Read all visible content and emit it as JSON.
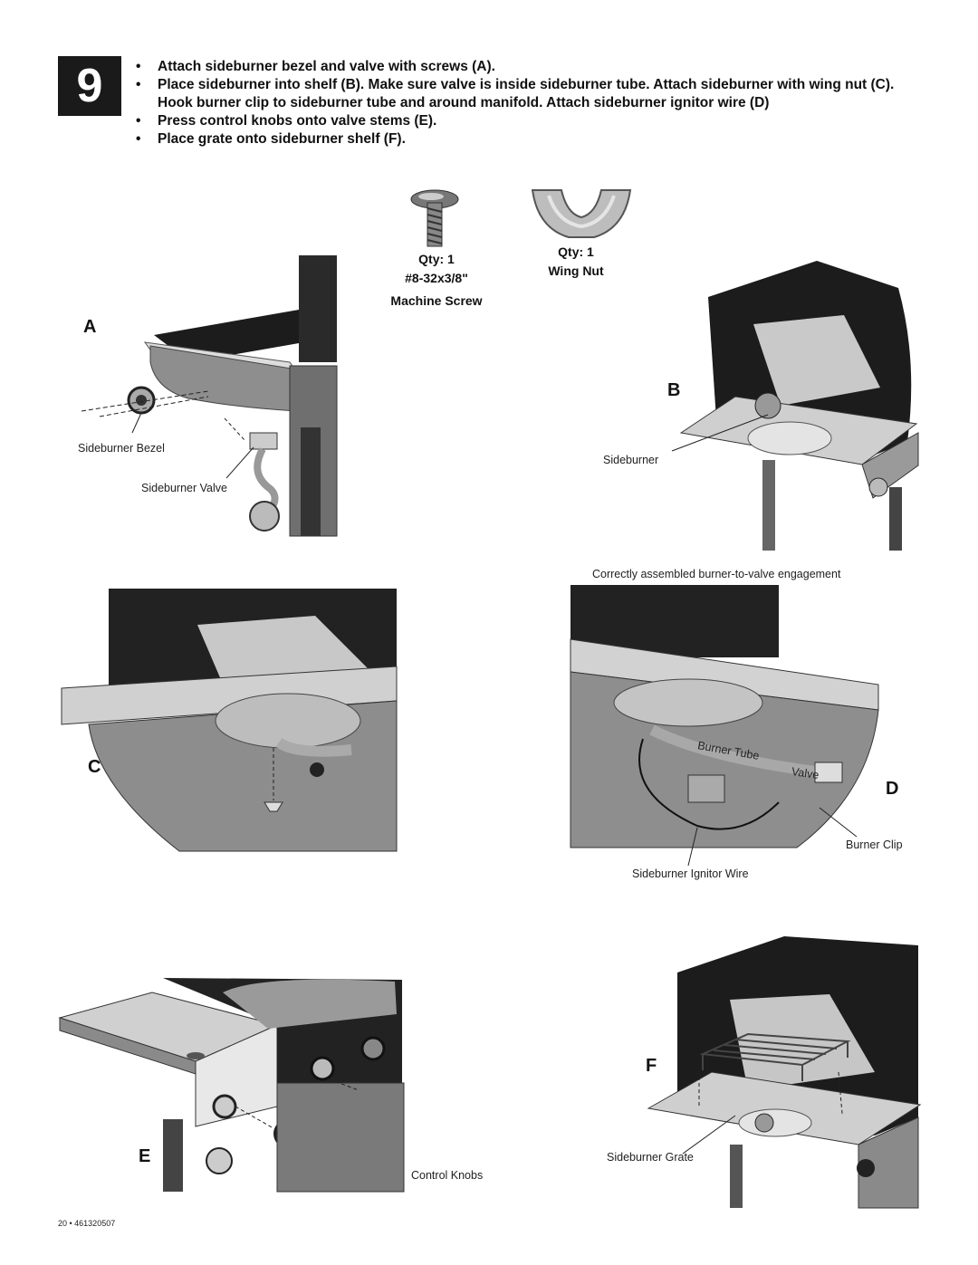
{
  "step": {
    "number": "9"
  },
  "instructions": [
    "Attach sideburner bezel and valve with screws (A).",
    "Place sideburner into shelf (B). Make sure valve is inside sideburner tube. Attach sideburner with wing nut (C). Hook burner clip to sideburner tube and around manifold.  Attach sideburner ignitor wire (D)",
    "Press control knobs onto valve stems (E).",
    "Place grate onto sideburner shelf (F)."
  ],
  "parts": {
    "screw": {
      "qty": "Qty: 1",
      "spec": "#8-32x3/8\"",
      "name": "Machine Screw"
    },
    "wingnut": {
      "qty": "Qty: 1",
      "name": "Wing Nut"
    }
  },
  "figures": {
    "A": {
      "letter": "A",
      "callouts": {
        "bezel": "Sideburner Bezel",
        "valve": "Sideburner Valve"
      }
    },
    "B": {
      "letter": "B",
      "callouts": {
        "sideburner": "Sideburner"
      }
    },
    "C": {
      "letter": "C"
    },
    "D": {
      "letter": "D",
      "caption": "Correctly assembled burner-to-valve engagement",
      "callouts": {
        "tube": "Burner Tube",
        "valve": "Valve",
        "clip": "Burner Clip",
        "wire": "Sideburner Ignitor Wire"
      }
    },
    "E": {
      "letter": "E",
      "callouts": {
        "knobs": "Control Knobs"
      }
    },
    "F": {
      "letter": "F",
      "callouts": {
        "grate": "Sideburner Grate"
      }
    }
  },
  "footer": {
    "text": "20  •  461320507"
  },
  "colors": {
    "dark": "#1c1c1c",
    "mid": "#8a8a8a",
    "light": "#cfcfcf",
    "shelf": "#bdbdbd"
  }
}
